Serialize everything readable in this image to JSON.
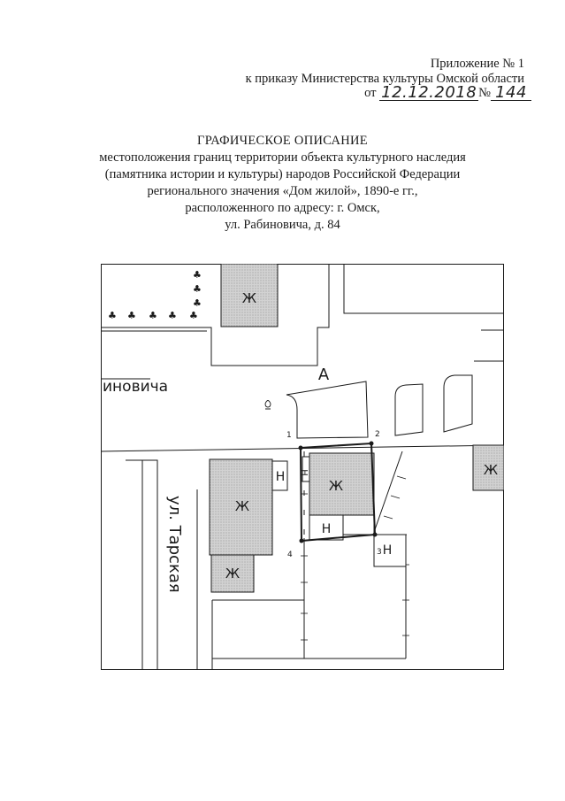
{
  "header": {
    "line1": "Приложение № 1",
    "line2": "к приказу Министерства культуры Омской области",
    "from_label": "от",
    "date_handwritten": "12.12.2018",
    "number_label": "№",
    "number_handwritten": "144"
  },
  "title": {
    "heading": "ГРАФИЧЕСКОЕ ОПИСАНИЕ",
    "lines": [
      "местоположения границ территории объекта культурного наследия",
      "(памятника истории и культуры) народов Российской Федерации",
      "регионального значения «Дом жилой», 1890-е гг.,",
      "расположенного по адресу: г. Омск,",
      "ул. Рабиновича, д. 84"
    ]
  },
  "map": {
    "street_rabinovicha": "иновича",
    "street_tarskaya": "ул. Тарская",
    "area_letter": "А",
    "building_residential": "Ж",
    "building_nonresidential": "Н",
    "points": [
      "1",
      "2",
      "3",
      "4"
    ],
    "colors": {
      "line": "#1a1a1a",
      "hatch": "#8a8a8a",
      "building_fill": "#c9c9c9"
    }
  }
}
